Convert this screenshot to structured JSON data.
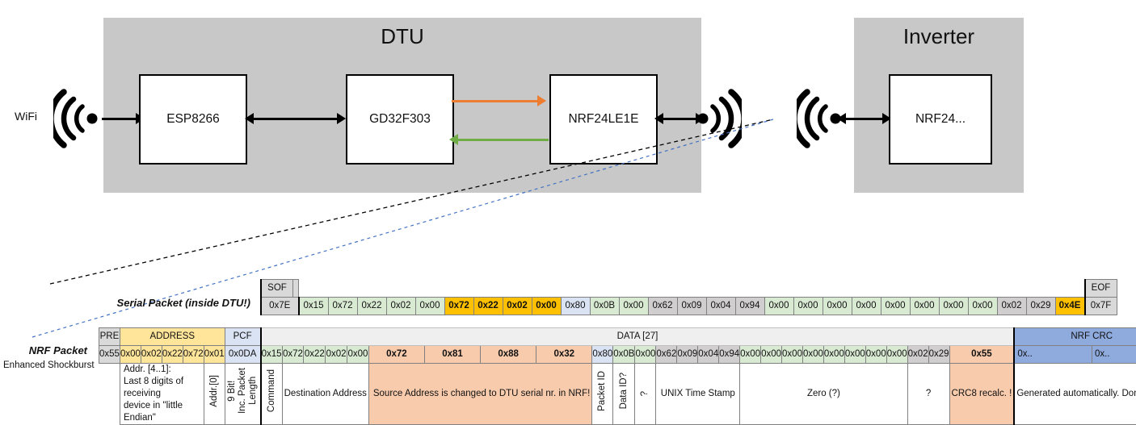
{
  "diagram": {
    "groups": [
      {
        "name": "dtu",
        "title": "DTU"
      },
      {
        "name": "inverter",
        "title": "Inverter"
      }
    ],
    "chips": [
      {
        "name": "esp8266",
        "label": "ESP8266"
      },
      {
        "name": "gd32f303",
        "label": "GD32F303"
      },
      {
        "name": "nrf24le1e",
        "label": "NRF24LE1E"
      },
      {
        "name": "nrf24",
        "label": "NRF24..."
      }
    ],
    "wifi_label": "WiFi",
    "arrow_colors": {
      "tx": "#ED7D31",
      "rx": "#70AD47",
      "default": "#000000"
    }
  },
  "serial_packet": {
    "label": "Serial Packet (inside DTU!)",
    "headers": {
      "sof": "SOF",
      "eof": "EOF"
    },
    "sof_value": "0x7E",
    "eof_value": "0x7F",
    "bytes": [
      {
        "v": "0x15",
        "c": "green"
      },
      {
        "v": "0x72",
        "c": "green"
      },
      {
        "v": "0x22",
        "c": "green"
      },
      {
        "v": "0x02",
        "c": "green"
      },
      {
        "v": "0x00",
        "c": "green"
      },
      {
        "v": "0x72",
        "c": "amber"
      },
      {
        "v": "0x22",
        "c": "amber"
      },
      {
        "v": "0x02",
        "c": "amber"
      },
      {
        "v": "0x00",
        "c": "amber"
      },
      {
        "v": "0x80",
        "c": "blue"
      },
      {
        "v": "0x0B",
        "c": "green"
      },
      {
        "v": "0x00",
        "c": "green"
      },
      {
        "v": "0x62",
        "c": "gray"
      },
      {
        "v": "0x09",
        "c": "gray"
      },
      {
        "v": "0x04",
        "c": "gray"
      },
      {
        "v": "0x94",
        "c": "gray"
      },
      {
        "v": "0x00",
        "c": "green"
      },
      {
        "v": "0x00",
        "c": "green"
      },
      {
        "v": "0x00",
        "c": "green"
      },
      {
        "v": "0x00",
        "c": "green"
      },
      {
        "v": "0x00",
        "c": "green"
      },
      {
        "v": "0x00",
        "c": "green"
      },
      {
        "v": "0x00",
        "c": "green"
      },
      {
        "v": "0x00",
        "c": "green"
      },
      {
        "v": "0x02",
        "c": "gray"
      },
      {
        "v": "0x29",
        "c": "gray"
      },
      {
        "v": "0x4E",
        "c": "amber"
      }
    ]
  },
  "nrf_packet": {
    "label": "NRF Packet",
    "sublabel": "Enhanced Shockburst",
    "headers": {
      "pre": "PRE",
      "address": "ADDRESS",
      "pcf": "PCF",
      "data": "DATA [27]",
      "crc": "NRF CRC"
    },
    "pre_value": "0x55",
    "address_bytes": [
      "0x00",
      "0x02",
      "0x22",
      "0x72",
      "0x01"
    ],
    "pcf_value": "0x0DA",
    "bytes": [
      {
        "v": "0x15",
        "c": "green"
      },
      {
        "v": "0x72",
        "c": "green"
      },
      {
        "v": "0x22",
        "c": "green"
      },
      {
        "v": "0x02",
        "c": "green"
      },
      {
        "v": "0x00",
        "c": "green"
      },
      {
        "v": "0x72",
        "c": "salmon"
      },
      {
        "v": "0x81",
        "c": "salmon"
      },
      {
        "v": "0x88",
        "c": "salmon"
      },
      {
        "v": "0x32",
        "c": "salmon"
      },
      {
        "v": "0x80",
        "c": "blue"
      },
      {
        "v": "0x0B",
        "c": "green"
      },
      {
        "v": "0x00",
        "c": "green"
      },
      {
        "v": "0x62",
        "c": "gray"
      },
      {
        "v": "0x09",
        "c": "gray"
      },
      {
        "v": "0x04",
        "c": "gray"
      },
      {
        "v": "0x94",
        "c": "gray"
      },
      {
        "v": "0x00",
        "c": "green"
      },
      {
        "v": "0x00",
        "c": "green"
      },
      {
        "v": "0x00",
        "c": "green"
      },
      {
        "v": "0x00",
        "c": "green"
      },
      {
        "v": "0x00",
        "c": "green"
      },
      {
        "v": "0x00",
        "c": "green"
      },
      {
        "v": "0x00",
        "c": "green"
      },
      {
        "v": "0x00",
        "c": "green"
      },
      {
        "v": "0x02",
        "c": "gray"
      },
      {
        "v": "0x29",
        "c": "gray"
      },
      {
        "v": "0x55",
        "c": "salmon"
      }
    ],
    "crc_bytes": [
      "0x..",
      "0x.."
    ],
    "descriptions": {
      "address": "Addr. [4..1]:\nLast 8 digits of receiving\ndevice in \"little Endian\"",
      "addr0": "Addr.[0]",
      "pcf": "9 Bit!\nInc. Packet\nLength",
      "command": "Command",
      "destination": "Destination Address",
      "source": "Source Address is changed to DTU serial nr. in NRF!",
      "packet_id": "Packet ID",
      "data_id": "Data ID?",
      "unknown1": "?",
      "timestamp": "UNIX Time Stamp",
      "zero": "Zero (?)",
      "unknown2": "?",
      "crc8": "CRC8 recalc. !",
      "nrfcrc": "Generated automatically. Dont Care!"
    }
  }
}
